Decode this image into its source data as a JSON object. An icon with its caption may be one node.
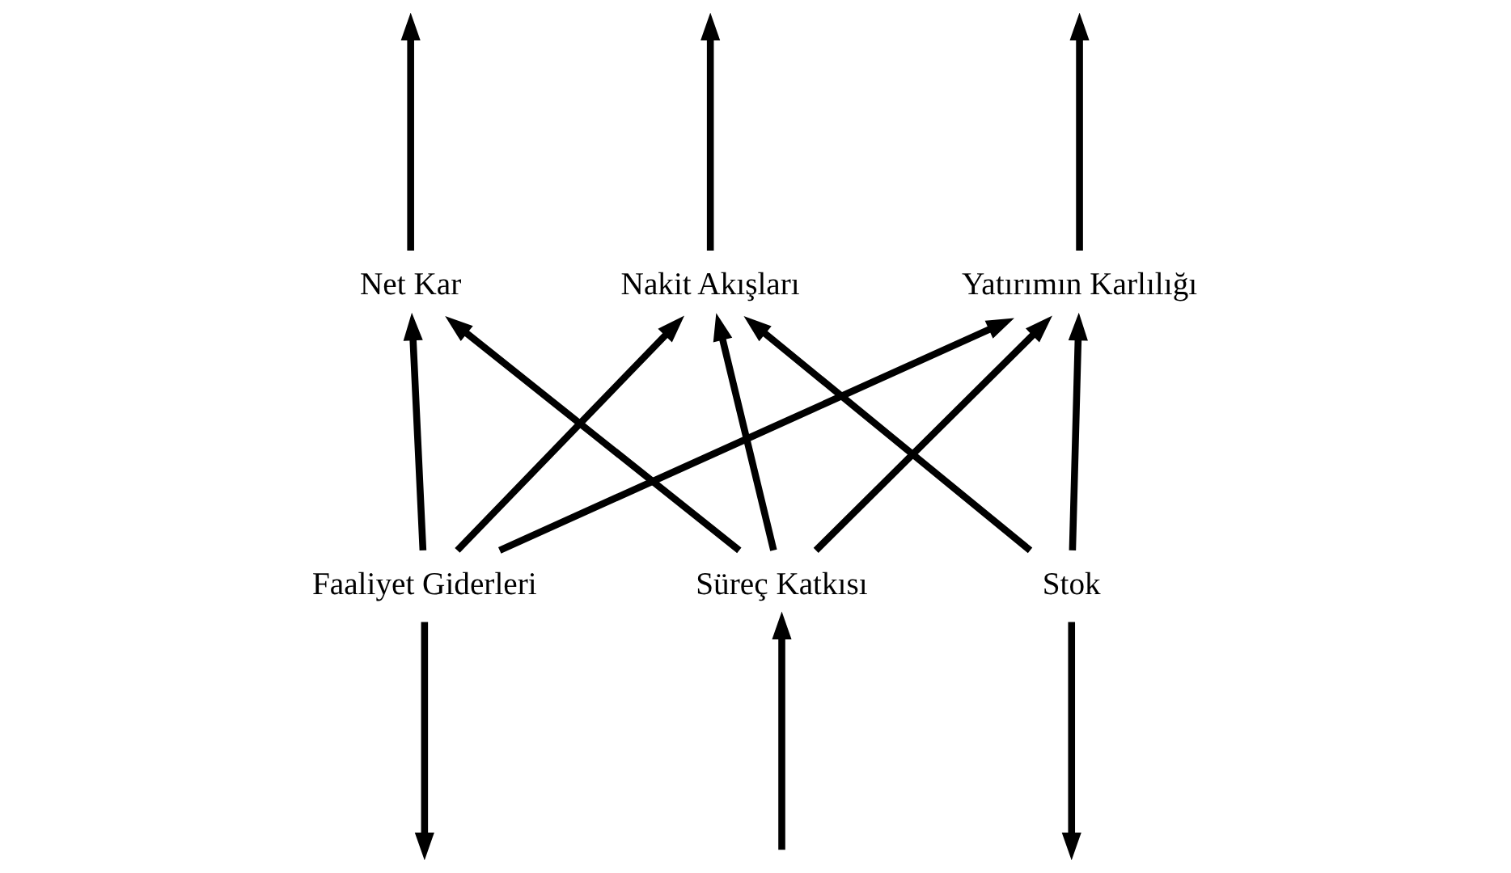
{
  "diagram": {
    "nodes": [
      {
        "text": [
          "Net Kar"
        ]
      },
      {
        "text": [
          "Yatırımın Karlılığı"
        ]
      },
      {
        "text": [
          "Nakit Akışları"
        ]
      },
      {
        "text": [
          "Süreç Katkısı"
        ]
      },
      {
        "text": [
          "Stok"
        ]
      },
      {
        "text": [
          "Faaliyet Giderleri"
        ]
      }
    ],
    "edges": [
      {
        "from": 0,
        "to": null,
        "arrow": "to"
      },
      {
        "from": 1,
        "to": null,
        "arrow": "to"
      },
      {
        "from": 2,
        "to": null,
        "arrow": "to"
      },
      {
        "from": 3,
        "to": 0,
        "arrow": "to"
      },
      {
        "from": 3,
        "to": 1,
        "arrow": "to"
      },
      {
        "from": 3,
        "to": 2,
        "arrow": "to"
      },
      {
        "from": 4,
        "to": 1,
        "arrow": "to"
      },
      {
        "from": 4,
        "to": 2,
        "arrow": "to"
      },
      {
        "from": 5,
        "to": 0,
        "arrow": "to"
      },
      {
        "from": 5,
        "to": 1,
        "arrow": "to"
      },
      {
        "from": 5,
        "to": 2,
        "arrow": "to"
      },
      {
        "from": null,
        "to": 3,
        "arrow": "to"
      },
      {
        "from": 4,
        "to": null,
        "arrow": "to"
      },
      {
        "from": 5,
        "to": null,
        "arrow": "to"
      }
    ]
  }
}
